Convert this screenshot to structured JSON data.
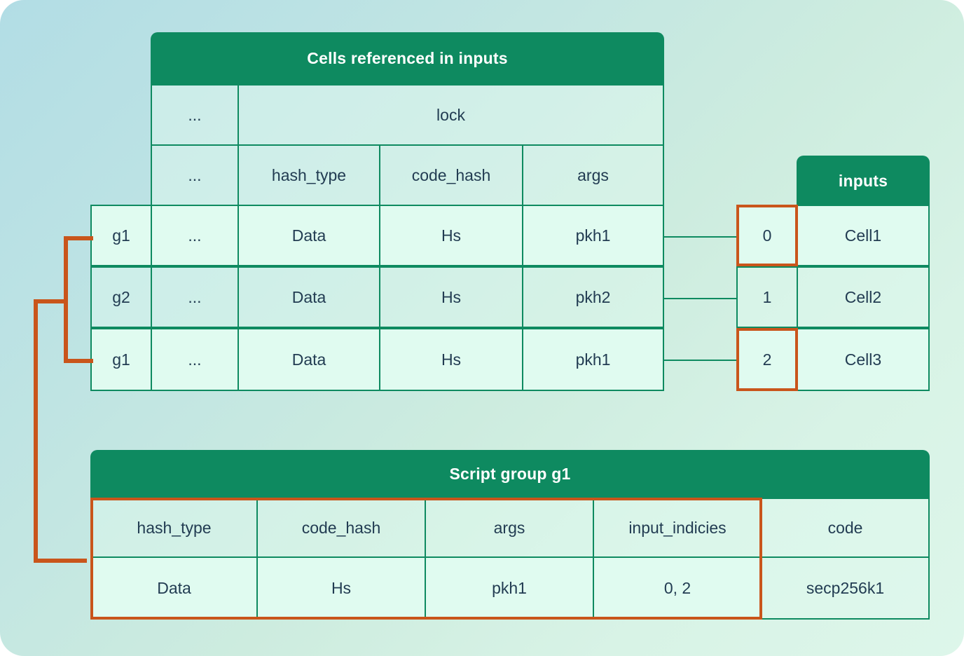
{
  "colors": {
    "header_green": "#0e8a60",
    "highlight_orange": "#c9551b",
    "cell_light": "#e0fbf0",
    "text": "#223c52",
    "bg_start": "#b2dde5",
    "bg_end": "#ddf6ea"
  },
  "cells_table": {
    "title": "Cells referenced in inputs",
    "group_header_blank": "",
    "sub_header_dots": "...",
    "lock_label": "lock",
    "columns": [
      "...",
      "hash_type",
      "code_hash",
      "args"
    ],
    "rows": [
      {
        "group": "g1",
        "dots": "...",
        "hash_type": "Data",
        "code_hash": "Hs",
        "args": "pkh1"
      },
      {
        "group": "g2",
        "dots": "...",
        "hash_type": "Data",
        "code_hash": "Hs",
        "args": "pkh2"
      },
      {
        "group": "g1",
        "dots": "...",
        "hash_type": "Data",
        "code_hash": "Hs",
        "args": "pkh1"
      }
    ]
  },
  "inputs_table": {
    "title": "inputs",
    "rows": [
      {
        "index": "0",
        "cell": "Cell1",
        "highlighted": true
      },
      {
        "index": "1",
        "cell": "Cell2",
        "highlighted": false
      },
      {
        "index": "2",
        "cell": "Cell3",
        "highlighted": true
      }
    ]
  },
  "script_group_table": {
    "title": "Script group g1",
    "columns": [
      "hash_type",
      "code_hash",
      "args",
      "input_indicies",
      "code"
    ],
    "row": [
      "Data",
      "Hs",
      "pkh1",
      "0, 2",
      "secp256k1"
    ]
  }
}
